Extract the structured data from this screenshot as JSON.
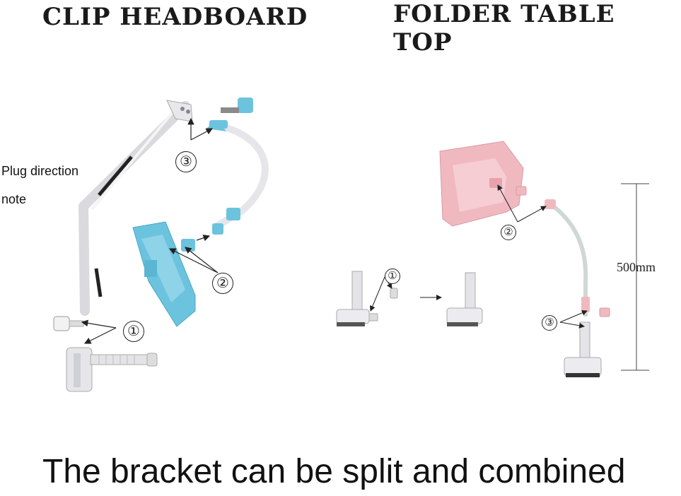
{
  "titles": {
    "left": "CLIP HEADBOARD",
    "right": "FOLDER TABLE TOP"
  },
  "note": {
    "line1": "Plug direction",
    "line2": "note"
  },
  "markers": {
    "one": "①",
    "two": "②",
    "three": "③"
  },
  "dimension": "500mm",
  "caption": "The bracket can be split and combined",
  "colors": {
    "blue_holder": "#6cc3de",
    "pink_holder": "#f0b9c0",
    "metal": "#e6e6ea"
  }
}
